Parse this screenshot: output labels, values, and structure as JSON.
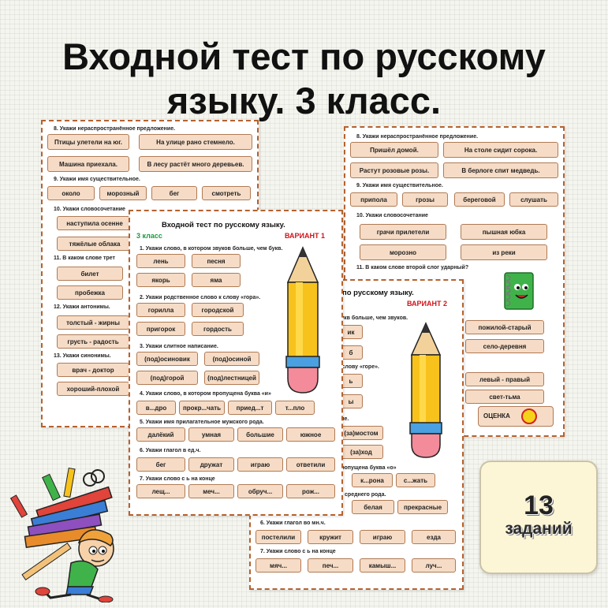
{
  "title": {
    "line1": "Входной тест по русскому",
    "line2": "языку. 3 класс."
  },
  "sheet_back_left": {
    "q8": "8. Укажи нераспространённое предложение.",
    "q8_opts": [
      "Птицы улетели на юг.",
      "На улице рано стемнело.",
      "Машина приехала.",
      "В лесу растёт много деревьев."
    ],
    "q9": "9. Укажи имя существительное.",
    "q9_opts": [
      "около",
      "морозный",
      "бег",
      "смотреть"
    ],
    "q10": "10.      Укажи словосочетание",
    "q10_opts": [
      "наступила осенне",
      "тяжёлые облака"
    ],
    "q11": "11.      В каком слове трет",
    "q11_opts": [
      "билет",
      "пробежка"
    ],
    "q12": "12.      Укажи антонимы.",
    "q12_opts": [
      "толстый - жирны",
      "грусть - радость"
    ],
    "q13": "13.      Укажи синонимы.",
    "q13_opts": [
      "врач - доктор",
      "хороший-плохой"
    ]
  },
  "sheet_back_right": {
    "q8": "8. Укажи нераспространённое предложение.",
    "q8_opts": [
      "Пришёл домой.",
      "На столе сидит сорока.",
      "Растут розовые розы.",
      "В берлоге спит медведь."
    ],
    "q9": "9. Укажи имя существительное.",
    "q9_opts": [
      "припола",
      "грозы",
      "береговой",
      "слушать"
    ],
    "q10": "10.      Укажи словосочетание",
    "q10_opts": [
      "грачи прилетели",
      "пышная юбка",
      "морозно",
      "из реки"
    ],
    "q11": "11.      В каком слове второй слог ударный?",
    "q12_opts": [
      "пожилой-старый",
      "село-деревня"
    ],
    "q13_opts": [
      "левый - правый",
      "свет-тьма"
    ],
    "score_label": "ОЦЕНКА"
  },
  "sheet_variant1": {
    "title": "Входной тест по русскому языку.",
    "grade": "3 класс",
    "variant": "ВАРИАНТ 1",
    "q1": "1. Укажи слово, в котором звуков больше, чем букв.",
    "q1_opts": [
      "лень",
      "песня",
      "якорь",
      "яма"
    ],
    "q2": "2. Укажи родственное слово к слову «гора».",
    "q2_opts": [
      "горилла",
      "городской",
      "пригорок",
      "гордость"
    ],
    "q3": "3. Укажи слитное написание.",
    "q3_opts": [
      "(под)осиновик",
      "(под)осиной",
      "(под)горой",
      "(под)лестницей"
    ],
    "q4": "4. Укажи слово, в котором пропущена буква «и»",
    "q4_opts": [
      "в...дро",
      "прокр...чать",
      "приед...т",
      "т...пло"
    ],
    "q5": "5. Укажи имя прилагательное мужского рода.",
    "q5_opts": [
      "далёкий",
      "умная",
      "большие",
      "южное"
    ],
    "q6": "6. Укажи глагол в ед.ч.",
    "q6_opts": [
      "бег",
      "дружат",
      "играю",
      "ответили"
    ],
    "q7": "7. Укажи слово с ь на конце",
    "q7_opts": [
      "лещ...",
      "меч...",
      "обруч...",
      "рож..."
    ]
  },
  "sheet_variant2": {
    "title": "по русскому языку.",
    "variant": "ВАРИАНТ 2",
    "q1": "букв больше, чем звуков.",
    "q1_opts": [
      "ик",
      "б"
    ],
    "q2": "к слову «горе».",
    "q2_opts": [
      "ь",
      "ы"
    ],
    "q3": "ние.",
    "q3_opts": [
      "(за)мостом",
      "(за)ход"
    ],
    "q4": "пропущена буква «о»",
    "q4_opts": [
      "к...рона",
      "с...жать"
    ],
    "q5": "го среднего рода.",
    "q5_opts": [
      "белая",
      "прекрасные"
    ],
    "q6": "6. Укажи глагол во мн.ч.",
    "q6_opts": [
      "постелили",
      "кружит",
      "играю",
      "езда"
    ],
    "q7": "7. Укажи слово с ь на конце",
    "q7_opts": [
      "мяч...",
      "печ...",
      "камыш...",
      "луч..."
    ]
  },
  "badge": {
    "number": "13",
    "word": "заданий"
  },
  "colors": {
    "chip_fill": "#f6dcc6",
    "chip_border": "#b07a54",
    "sheet_border": "#b5622f",
    "grade_green": "#1a9b3c",
    "variant_red": "#d0141c",
    "badge_bg": "#fdf6d6"
  }
}
